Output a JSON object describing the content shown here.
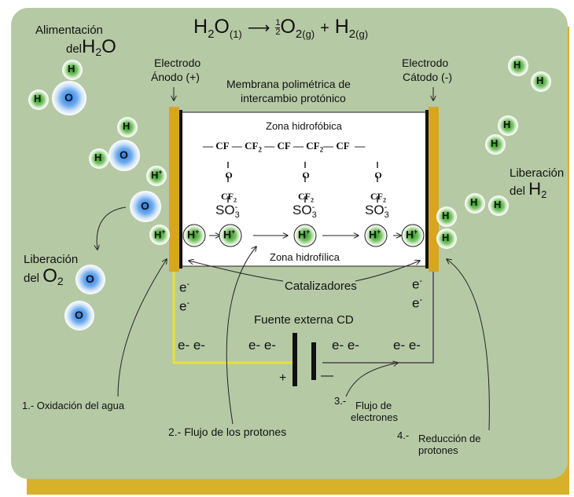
{
  "equation": {
    "lhs": "H",
    "lhs_sub": "2",
    "o": "O",
    "phase_l": "(1)",
    "half": "1",
    "half_den": "2",
    "o2": "O",
    "o2_sub": "2",
    "phase_g1": "(g)",
    "plus": "+",
    "h2": "H",
    "h2_sub": "2",
    "phase_g2": "(g)"
  },
  "labels": {
    "feed_line1": "Alimentación",
    "feed_del": "del",
    "feed_h": "H",
    "feed_sub": "2",
    "feed_o": "O",
    "anode_line1": "Electrodo",
    "anode_line2": "Ánodo (+)",
    "cathode_line1": "Electrodo",
    "cathode_line2": "Cátodo (-)",
    "membrane_line1": "Membrana polimétrica de",
    "membrane_line2": "intercambio protónico",
    "hydrophobic": "Zona hidrofóbica",
    "hydrophilic": "Zona hidrofílica",
    "o2_release_line1": "Liberación",
    "o2_release_del": "del",
    "o2_release_o": "O",
    "o2_release_sub": "2",
    "h2_release_line1": "Liberación",
    "h2_release_del": "del",
    "h2_release_h": "H",
    "h2_release_sub": "2",
    "catalysts": "Catalizadores",
    "source": "Fuente externa CD",
    "plus": "+",
    "minus": "—",
    "step1": "1.-  Oxidación del agua",
    "step2": "2.- Flujo de los protones",
    "step3_num": "3.-",
    "step3_line1": "Flujo de",
    "step3_line2": "electrones",
    "step4_num": "4.-",
    "step4_line1": "Reducción de",
    "step4_line2": "protones"
  },
  "chem": {
    "cf": "CF",
    "cf2": "CF",
    "sub2": "2",
    "o": "O",
    "so": "SO",
    "so_sub": "3",
    "so_sup": "-",
    "dash": "—",
    "bar": "|"
  },
  "particles": {
    "h": "H",
    "o": "O",
    "hplus": "H",
    "plus": "+"
  },
  "electrons": {
    "e": "e",
    "minus": "-",
    "pair": "e- e-"
  },
  "colors": {
    "bg": "#b6c9a5",
    "gold": "#d7b12a",
    "green": "#3a9a2a",
    "blue": "#4a8fe0",
    "wire_yellow": "#e8e03a"
  }
}
